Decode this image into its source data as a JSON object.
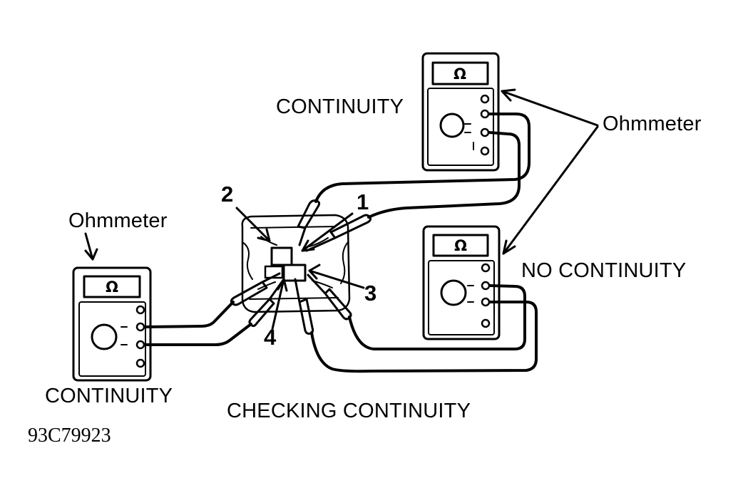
{
  "diagram": {
    "caption": "CHECKING CONTINUITY",
    "figure_id": "93C79923",
    "meter_symbol": "Ω",
    "labels": {
      "continuity_top": "CONTINUITY",
      "continuity_left": "CONTINUITY",
      "no_continuity": "NO CONTINUITY",
      "ohmmeter_right": "Ohmmeter",
      "ohmmeter_left": "Ohmmeter"
    },
    "terminals": [
      "1",
      "2",
      "3",
      "4"
    ]
  },
  "colors": {
    "ink": "#000000",
    "paper": "#ffffff"
  }
}
